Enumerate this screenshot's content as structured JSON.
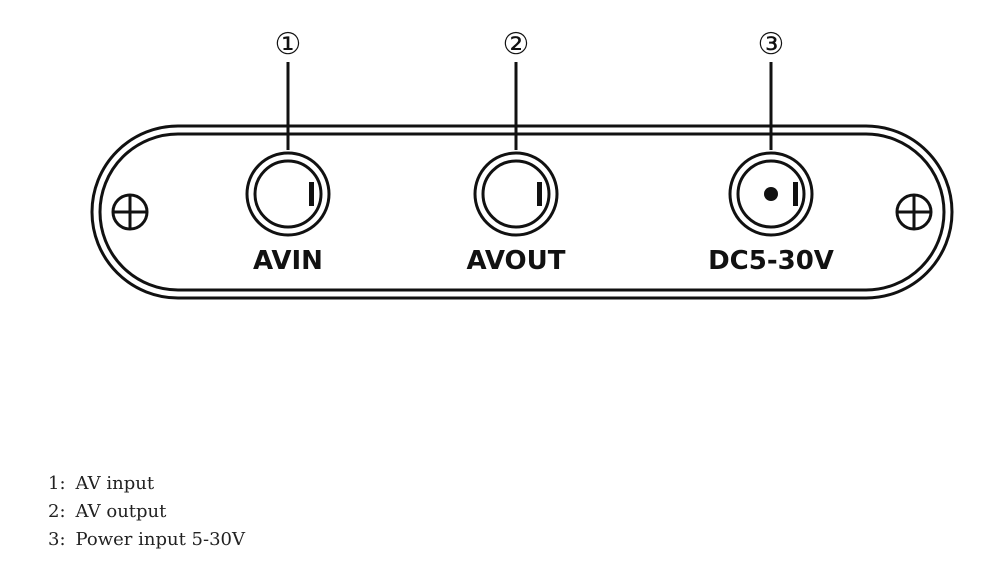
{
  "diagram": {
    "ports": [
      {
        "callout": "①",
        "label": "AVIN"
      },
      {
        "callout": "②",
        "label": "AVOUT"
      },
      {
        "callout": "③",
        "label": "DC5-30V"
      }
    ]
  },
  "legend": [
    {
      "num": "1",
      "sep": ":",
      "text": "AV input"
    },
    {
      "num": "2",
      "sep": ":",
      "text": "AV output"
    },
    {
      "num": "3",
      "sep": ":",
      "text": "Power input 5-30V"
    }
  ],
  "colors": {
    "line": "#111111",
    "text": "#222222",
    "background": "#ffffff"
  }
}
